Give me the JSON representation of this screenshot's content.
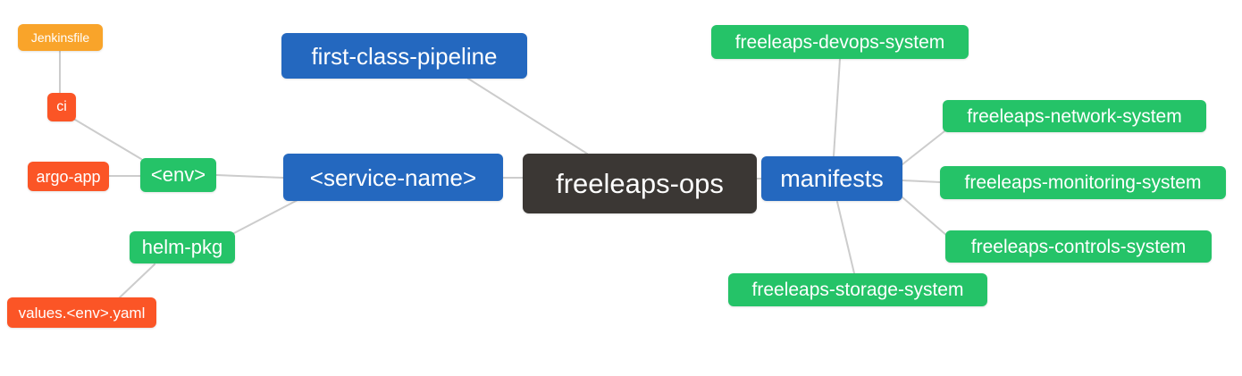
{
  "diagram": {
    "type": "mind-map",
    "background_color": "#ffffff",
    "connector_color": "#cccccc",
    "palette": {
      "root_node": "#3b3734",
      "branch_node": "#2468bf",
      "leaf_green": "#25c368",
      "leaf_red": "#fb5526",
      "leaf_orange": "#f9a42a",
      "node_text": "#ffffff"
    },
    "nodes": [
      {
        "id": "freeleaps-ops",
        "label": "freeleaps-ops",
        "level": "root",
        "color": "#3b3734"
      },
      {
        "id": "first-class-pipeline",
        "label": "first-class-pipeline",
        "level": "branch",
        "color": "#2468bf"
      },
      {
        "id": "service-name",
        "label": "<service-name>",
        "level": "branch",
        "color": "#2468bf"
      },
      {
        "id": "manifests",
        "label": "manifests",
        "level": "branch",
        "color": "#2468bf"
      },
      {
        "id": "env",
        "label": "<env>",
        "level": "sub",
        "color": "#25c368"
      },
      {
        "id": "ci",
        "label": "ci",
        "level": "leaf",
        "color": "#fb5526"
      },
      {
        "id": "jenkinsfile",
        "label": "Jenkinsfile",
        "level": "leaf",
        "color": "#f9a42a"
      },
      {
        "id": "argo-app",
        "label": "argo-app",
        "level": "leaf",
        "color": "#fb5526"
      },
      {
        "id": "helm-pkg",
        "label": "helm-pkg",
        "level": "sub",
        "color": "#25c368"
      },
      {
        "id": "values-env-yaml",
        "label": "values.<env>.yaml",
        "level": "leaf",
        "color": "#fb5526"
      },
      {
        "id": "freeleaps-devops-system",
        "label": "freeleaps-devops-system",
        "level": "sub",
        "color": "#25c368"
      },
      {
        "id": "freeleaps-network-system",
        "label": "freeleaps-network-system",
        "level": "sub",
        "color": "#25c368"
      },
      {
        "id": "freeleaps-monitoring-system",
        "label": "freeleaps-monitoring-system",
        "level": "sub",
        "color": "#25c368"
      },
      {
        "id": "freeleaps-controls-system",
        "label": "freeleaps-controls-system",
        "level": "sub",
        "color": "#25c368"
      },
      {
        "id": "freeleaps-storage-system",
        "label": "freeleaps-storage-system",
        "level": "sub",
        "color": "#25c368"
      }
    ],
    "edges": [
      {
        "from": "freeleaps-ops",
        "to": "first-class-pipeline"
      },
      {
        "from": "freeleaps-ops",
        "to": "service-name"
      },
      {
        "from": "freeleaps-ops",
        "to": "manifests"
      },
      {
        "from": "service-name",
        "to": "env"
      },
      {
        "from": "service-name",
        "to": "helm-pkg"
      },
      {
        "from": "env",
        "to": "ci"
      },
      {
        "from": "env",
        "to": "argo-app"
      },
      {
        "from": "ci",
        "to": "jenkinsfile"
      },
      {
        "from": "helm-pkg",
        "to": "values-env-yaml"
      },
      {
        "from": "manifests",
        "to": "freeleaps-devops-system"
      },
      {
        "from": "manifests",
        "to": "freeleaps-network-system"
      },
      {
        "from": "manifests",
        "to": "freeleaps-monitoring-system"
      },
      {
        "from": "manifests",
        "to": "freeleaps-controls-system"
      },
      {
        "from": "manifests",
        "to": "freeleaps-storage-system"
      }
    ]
  }
}
